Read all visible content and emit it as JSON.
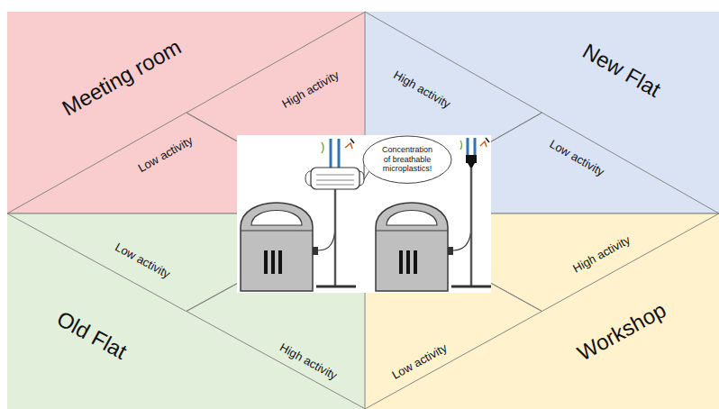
{
  "diagram": {
    "nodes": [
      {
        "text": [
          "Meeting room"
        ]
      },
      {
        "text": [
          "High activity"
        ],
        "in": 0
      },
      {
        "text": [
          "Low activity"
        ],
        "in": 0
      },
      {
        "text": [
          "New Flat"
        ]
      },
      {
        "text": [
          "High activity"
        ],
        "in": 3
      },
      {
        "text": [
          "Low activity"
        ],
        "in": 3
      },
      {
        "text": [
          "Concentration of breathable microplastics!"
        ]
      },
      {
        "text": [
          "Old Flat"
        ]
      },
      {
        "text": [
          "Low activity"
        ],
        "in": 7
      },
      {
        "text": [
          "High activity"
        ],
        "in": 7
      },
      {
        "text": [
          "Workshop"
        ]
      },
      {
        "text": [
          "High activity"
        ],
        "in": 10
      },
      {
        "text": [
          "Low activity"
        ],
        "in": 10
      }
    ]
  }
}
